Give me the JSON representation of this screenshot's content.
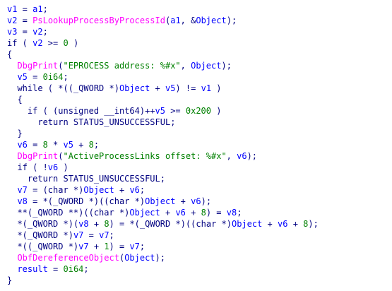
{
  "colors": {
    "background": "#ffffff",
    "default": "#000080",
    "var": "#0000ff",
    "func": "#ff00ff",
    "num": "#008000",
    "str": "#008000",
    "type": "#000080"
  },
  "lines": [
    {
      "tokens": [
        {
          "t": "v1",
          "c": "var"
        },
        {
          "t": " = ",
          "c": "default"
        },
        {
          "t": "a1",
          "c": "var"
        },
        {
          "t": ";",
          "c": "default"
        }
      ]
    },
    {
      "tokens": [
        {
          "t": "v2",
          "c": "var"
        },
        {
          "t": " = ",
          "c": "default"
        },
        {
          "t": "PsLookupProcessByProcessId",
          "c": "func"
        },
        {
          "t": "(",
          "c": "default"
        },
        {
          "t": "a1",
          "c": "var"
        },
        {
          "t": ", &",
          "c": "default"
        },
        {
          "t": "Object",
          "c": "var"
        },
        {
          "t": ");",
          "c": "default"
        }
      ]
    },
    {
      "tokens": [
        {
          "t": "v3",
          "c": "var"
        },
        {
          "t": " = ",
          "c": "default"
        },
        {
          "t": "v2",
          "c": "var"
        },
        {
          "t": ";",
          "c": "default"
        }
      ]
    },
    {
      "tokens": [
        {
          "t": "if ( ",
          "c": "default"
        },
        {
          "t": "v2",
          "c": "var"
        },
        {
          "t": " >= ",
          "c": "default"
        },
        {
          "t": "0",
          "c": "num"
        },
        {
          "t": " )",
          "c": "default"
        }
      ]
    },
    {
      "tokens": [
        {
          "t": "{",
          "c": "default"
        }
      ]
    },
    {
      "tokens": [
        {
          "t": "  ",
          "c": "default"
        },
        {
          "t": "DbgPrint",
          "c": "func"
        },
        {
          "t": "(",
          "c": "default"
        },
        {
          "t": "\"EPROCESS address: %#x\"",
          "c": "str"
        },
        {
          "t": ", ",
          "c": "default"
        },
        {
          "t": "Object",
          "c": "var"
        },
        {
          "t": ");",
          "c": "default"
        }
      ]
    },
    {
      "tokens": [
        {
          "t": "  ",
          "c": "default"
        },
        {
          "t": "v5",
          "c": "var"
        },
        {
          "t": " = ",
          "c": "default"
        },
        {
          "t": "0i64",
          "c": "num"
        },
        {
          "t": ";",
          "c": "default"
        }
      ]
    },
    {
      "tokens": [
        {
          "t": "  while ( *((",
          "c": "default"
        },
        {
          "t": "_QWORD",
          "c": "type"
        },
        {
          "t": " *)",
          "c": "default"
        },
        {
          "t": "Object",
          "c": "var"
        },
        {
          "t": " + ",
          "c": "default"
        },
        {
          "t": "v5",
          "c": "var"
        },
        {
          "t": ") != ",
          "c": "default"
        },
        {
          "t": "v1",
          "c": "var"
        },
        {
          "t": " )",
          "c": "default"
        }
      ]
    },
    {
      "tokens": [
        {
          "t": "  {",
          "c": "default"
        }
      ]
    },
    {
      "tokens": [
        {
          "t": "    if ( (unsigned __int64)++",
          "c": "default"
        },
        {
          "t": "v5",
          "c": "var"
        },
        {
          "t": " >= ",
          "c": "default"
        },
        {
          "t": "0x200",
          "c": "num"
        },
        {
          "t": " )",
          "c": "default"
        }
      ]
    },
    {
      "tokens": [
        {
          "t": "      return STATUS_UNSUCCESSFUL;",
          "c": "default"
        }
      ]
    },
    {
      "tokens": [
        {
          "t": "  }",
          "c": "default"
        }
      ]
    },
    {
      "tokens": [
        {
          "t": "  ",
          "c": "default"
        },
        {
          "t": "v6",
          "c": "var"
        },
        {
          "t": " = ",
          "c": "default"
        },
        {
          "t": "8",
          "c": "num"
        },
        {
          "t": " * ",
          "c": "default"
        },
        {
          "t": "v5",
          "c": "var"
        },
        {
          "t": " + ",
          "c": "default"
        },
        {
          "t": "8",
          "c": "num"
        },
        {
          "t": ";",
          "c": "default"
        }
      ]
    },
    {
      "tokens": [
        {
          "t": "  ",
          "c": "default"
        },
        {
          "t": "DbgPrint",
          "c": "func"
        },
        {
          "t": "(",
          "c": "default"
        },
        {
          "t": "\"ActiveProcessLinks offset: %#x\"",
          "c": "str"
        },
        {
          "t": ", ",
          "c": "default"
        },
        {
          "t": "v6",
          "c": "var"
        },
        {
          "t": ");",
          "c": "default"
        }
      ]
    },
    {
      "tokens": [
        {
          "t": "  if ( !",
          "c": "default"
        },
        {
          "t": "v6",
          "c": "var"
        },
        {
          "t": " )",
          "c": "default"
        }
      ]
    },
    {
      "tokens": [
        {
          "t": "    return STATUS_UNSUCCESSFUL;",
          "c": "default"
        }
      ]
    },
    {
      "tokens": [
        {
          "t": "  ",
          "c": "default"
        },
        {
          "t": "v7",
          "c": "var"
        },
        {
          "t": " = (char *)",
          "c": "default"
        },
        {
          "t": "Object",
          "c": "var"
        },
        {
          "t": " + ",
          "c": "default"
        },
        {
          "t": "v6",
          "c": "var"
        },
        {
          "t": ";",
          "c": "default"
        }
      ]
    },
    {
      "tokens": [
        {
          "t": "  ",
          "c": "default"
        },
        {
          "t": "v8",
          "c": "var"
        },
        {
          "t": " = *(",
          "c": "default"
        },
        {
          "t": "_QWORD",
          "c": "type"
        },
        {
          "t": " *)((char *)",
          "c": "default"
        },
        {
          "t": "Object",
          "c": "var"
        },
        {
          "t": " + ",
          "c": "default"
        },
        {
          "t": "v6",
          "c": "var"
        },
        {
          "t": ");",
          "c": "default"
        }
      ]
    },
    {
      "tokens": [
        {
          "t": "  **(",
          "c": "default"
        },
        {
          "t": "_QWORD",
          "c": "type"
        },
        {
          "t": " **)((char *)",
          "c": "default"
        },
        {
          "t": "Object",
          "c": "var"
        },
        {
          "t": " + ",
          "c": "default"
        },
        {
          "t": "v6",
          "c": "var"
        },
        {
          "t": " + ",
          "c": "default"
        },
        {
          "t": "8",
          "c": "num"
        },
        {
          "t": ") = ",
          "c": "default"
        },
        {
          "t": "v8",
          "c": "var"
        },
        {
          "t": ";",
          "c": "default"
        }
      ]
    },
    {
      "tokens": [
        {
          "t": "  *(",
          "c": "default"
        },
        {
          "t": "_QWORD",
          "c": "type"
        },
        {
          "t": " *)(",
          "c": "default"
        },
        {
          "t": "v8",
          "c": "var"
        },
        {
          "t": " + ",
          "c": "default"
        },
        {
          "t": "8",
          "c": "num"
        },
        {
          "t": ") = *(",
          "c": "default"
        },
        {
          "t": "_QWORD",
          "c": "type"
        },
        {
          "t": " *)((char *)",
          "c": "default"
        },
        {
          "t": "Object",
          "c": "var"
        },
        {
          "t": " + ",
          "c": "default"
        },
        {
          "t": "v6",
          "c": "var"
        },
        {
          "t": " + ",
          "c": "default"
        },
        {
          "t": "8",
          "c": "num"
        },
        {
          "t": ");",
          "c": "default"
        }
      ]
    },
    {
      "tokens": [
        {
          "t": "  *(",
          "c": "default"
        },
        {
          "t": "_QWORD",
          "c": "type"
        },
        {
          "t": " *)",
          "c": "default"
        },
        {
          "t": "v7",
          "c": "var"
        },
        {
          "t": " = ",
          "c": "default"
        },
        {
          "t": "v7",
          "c": "var"
        },
        {
          "t": ";",
          "c": "default"
        }
      ]
    },
    {
      "tokens": [
        {
          "t": "  *((",
          "c": "default"
        },
        {
          "t": "_QWORD",
          "c": "type"
        },
        {
          "t": " *)",
          "c": "default"
        },
        {
          "t": "v7",
          "c": "var"
        },
        {
          "t": " + ",
          "c": "default"
        },
        {
          "t": "1",
          "c": "num"
        },
        {
          "t": ") = ",
          "c": "default"
        },
        {
          "t": "v7",
          "c": "var"
        },
        {
          "t": ";",
          "c": "default"
        }
      ]
    },
    {
      "tokens": [
        {
          "t": "  ",
          "c": "default"
        },
        {
          "t": "ObfDereferenceObject",
          "c": "func"
        },
        {
          "t": "(",
          "c": "default"
        },
        {
          "t": "Object",
          "c": "var"
        },
        {
          "t": ");",
          "c": "default"
        }
      ]
    },
    {
      "tokens": [
        {
          "t": "  ",
          "c": "default"
        },
        {
          "t": "result",
          "c": "var"
        },
        {
          "t": " = ",
          "c": "default"
        },
        {
          "t": "0i64",
          "c": "num"
        },
        {
          "t": ";",
          "c": "default"
        }
      ]
    },
    {
      "tokens": [
        {
          "t": "}",
          "c": "default"
        }
      ]
    }
  ]
}
